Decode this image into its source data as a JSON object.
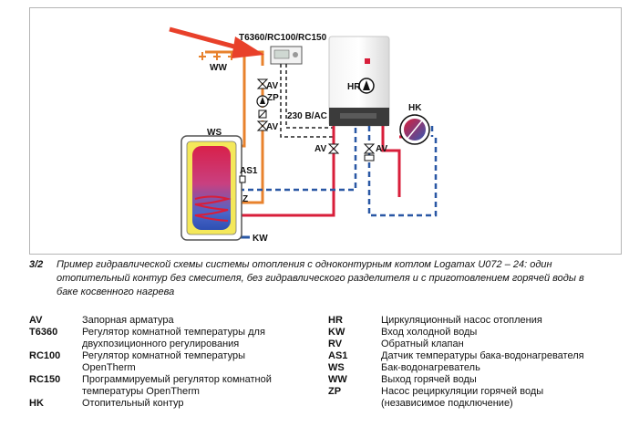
{
  "diagram": {
    "labels": {
      "controller": "T6360/RC100/RC150",
      "ww": "WW",
      "av_top": "AV",
      "zp": "ZP",
      "av_mid": "AV",
      "hr": "HR",
      "voltage": "230 B/AC",
      "hk": "HK",
      "ws": "WS",
      "as1": "AS1",
      "av_left": "AV",
      "av_right": "AV",
      "z": "Z",
      "kw": "KW"
    },
    "colors": {
      "hot_water": "#e8822d",
      "flow": "#d81e3a",
      "return": "#2957a4",
      "arrow": "#e8402a",
      "tank_fill": "#f4e85a"
    }
  },
  "caption": {
    "figure_number": "3/2",
    "text": "Пример гидравлической схемы системы отопления с одноконтурным котлом Logamax U072 – 24: один отопительный контур без смесителя, без гидравлического разделителя и с приготовлением горячей воды в баке косвенного нагрева"
  },
  "legend": {
    "left": [
      {
        "abbr": "AV",
        "desc": "Запорная арматура"
      },
      {
        "abbr": "T6360",
        "desc": "Регулятор комнатной температуры для двухпозиционного регулирования"
      },
      {
        "abbr": "RC100",
        "desc": "Регулятор комнатной температуры OpenTherm"
      },
      {
        "abbr": "RC150",
        "desc": "Программируемый регулятор комнатной температуры OpenTherm"
      },
      {
        "abbr": "HK",
        "desc": "Отопительный контур"
      }
    ],
    "right": [
      {
        "abbr": "HR",
        "desc": "Циркуляционный насос отопления"
      },
      {
        "abbr": "KW",
        "desc": "Вход холодной воды"
      },
      {
        "abbr": "RV",
        "desc": "Обратный клапан"
      },
      {
        "abbr": "AS1",
        "desc": "Датчик температуры бака-водонагревателя"
      },
      {
        "abbr": "WS",
        "desc": "Бак-водонагреватель"
      },
      {
        "abbr": "WW",
        "desc": "Выход горячей воды"
      },
      {
        "abbr": "ZP",
        "desc": "Насос рециркуляции горячей воды (независимое подключение)"
      }
    ]
  }
}
